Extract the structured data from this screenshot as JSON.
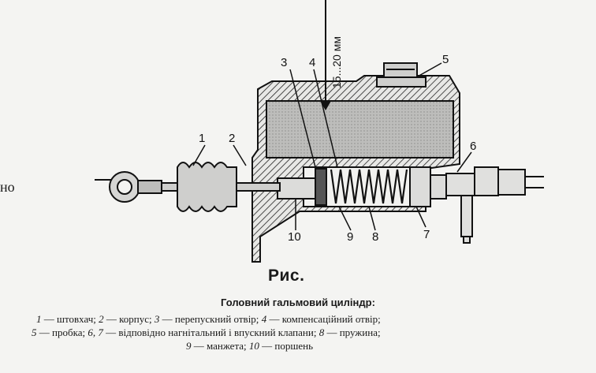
{
  "page_fragment": "но",
  "dimension": "15...20 мм",
  "callouts": {
    "c1": "1",
    "c2": "2",
    "c3": "3",
    "c4": "4",
    "c5": "5",
    "c6": "6",
    "c7": "7",
    "c8": "8",
    "c9": "9",
    "c10": "10"
  },
  "caption": {
    "label": "Рис.",
    "title": "Головний гальмовий циліндр:",
    "legend": [
      {
        "n": "1",
        "text": "штовхач;"
      },
      {
        "n": "2",
        "text": "корпус;"
      },
      {
        "n": "3",
        "text": "перепускний отвір;"
      },
      {
        "n": "4",
        "text": "компенсаційний отвір;"
      },
      {
        "n": "5",
        "text": "пробка;"
      },
      {
        "n": "6, 7",
        "text": "відповідно нагнітальний і впускний клапани;"
      },
      {
        "n": "8",
        "text": "пружина;"
      },
      {
        "n": "9",
        "text": "манжета;"
      },
      {
        "n": "10",
        "text": "поршень"
      }
    ]
  }
}
